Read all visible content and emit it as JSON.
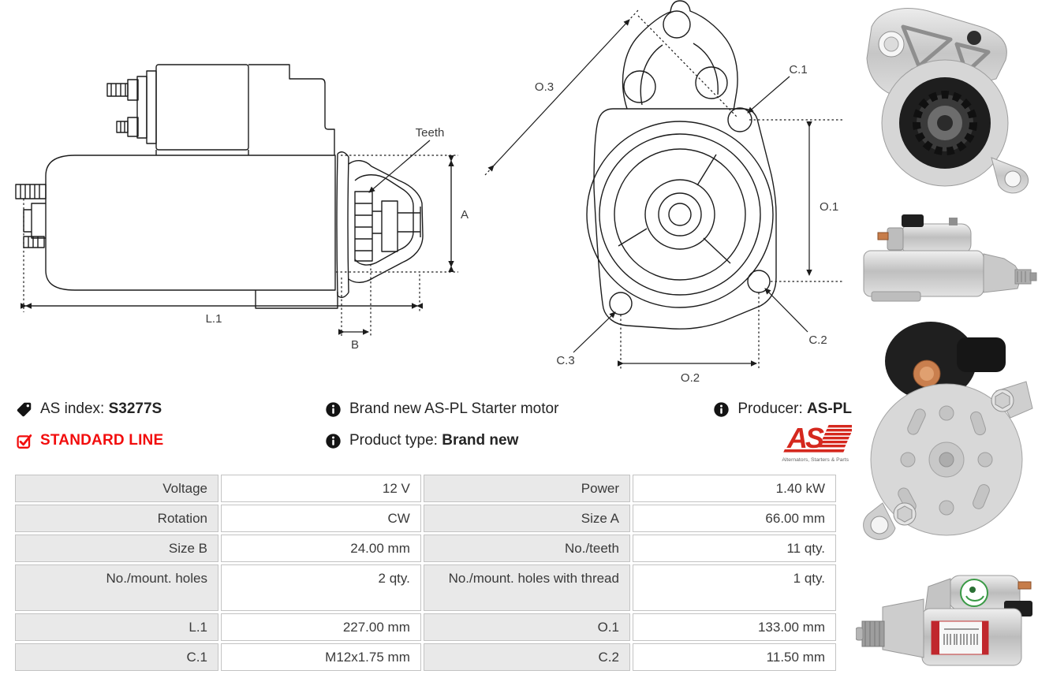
{
  "product": {
    "as_index_label": "AS index:",
    "as_index_value": "S3277S",
    "line_badge": "STANDARD LINE",
    "description": "Brand new AS-PL Starter motor",
    "product_type_label": "Product type:",
    "product_type_value": "Brand new",
    "producer_label": "Producer:",
    "producer_value": "AS-PL"
  },
  "logo": {
    "monogram": "AS",
    "tagline": "Alternators, Starters & Parts",
    "accent_color": "#d5281e"
  },
  "colors": {
    "badge_red": "#f20d0d",
    "table_label_bg": "#e9e9e9",
    "table_border": "#c3c3c3",
    "drawing_stroke": "#1c1c1c"
  },
  "diagram_side": {
    "labels": {
      "teeth": "Teeth",
      "a": "A",
      "l1": "L.1",
      "b": "B"
    }
  },
  "diagram_front": {
    "labels": {
      "o3": "O.3",
      "c1": "C.1",
      "o1": "O.1",
      "c2": "C.2",
      "c3": "C.3",
      "o2": "O.2"
    }
  },
  "spec_table": {
    "rows": [
      {
        "label1": "Voltage",
        "value1": "12 V",
        "label2": "Power",
        "value2": "1.40 kW"
      },
      {
        "label1": "Rotation",
        "value1": "CW",
        "label2": "Size A",
        "value2": "66.00 mm"
      },
      {
        "label1": "Size B",
        "value1": "24.00 mm",
        "label2": "No./teeth",
        "value2": "11 qty."
      },
      {
        "label1": "No./mount. holes",
        "value1": "2 qty.",
        "label2": "No./mount. holes with thread",
        "value2": "1 qty."
      },
      {
        "label1": "L.1",
        "value1": "227.00 mm",
        "label2": "O.1",
        "value2": "133.00 mm"
      },
      {
        "label1": "C.1",
        "value1": "M12x1.75 mm",
        "label2": "C.2",
        "value2": "11.50 mm"
      }
    ]
  }
}
